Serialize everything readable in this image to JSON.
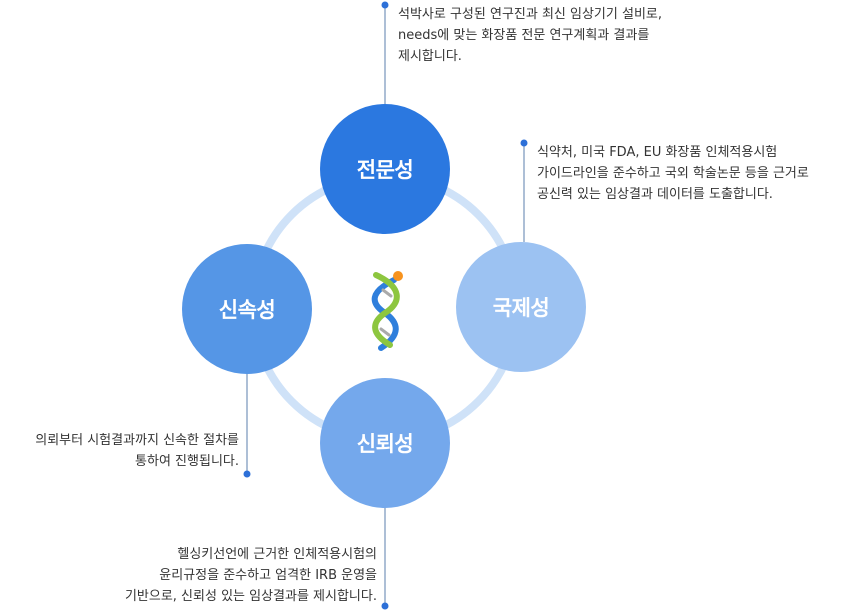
{
  "colors": {
    "ring": "#cfe2f8",
    "connector": "#5b7fae",
    "dot": "#2d70d8",
    "expertise": "#2b78e0",
    "global": "#9cc2f2",
    "speed": "#5596e6",
    "reliability": "#74a8ec"
  },
  "nodes": {
    "expertise": {
      "label": "전문성",
      "desc": "석박사로 구성된 연구진과 최신 임상기기 설비로,\nneeds에 맞는 화장품 전문 연구계획과 결과를\n제시합니다."
    },
    "global": {
      "label": "국제성",
      "desc": "식약처, 미국 FDA, EU 화장품 인체적용시험\n가이드라인을 준수하고 국외 학술논문 등을 근거로\n공신력 있는 임상결과 데이터를 도출합니다."
    },
    "speed": {
      "label": "신속성",
      "desc": "의뢰부터 시험결과까지 신속한 절차를\n통하여 진행됩니다."
    },
    "reliability": {
      "label": "신뢰성",
      "desc": "헬싱키선언에 근거한 인체적용시험의\n윤리규정을 준수하고 엄격한 IRB 운영을\n기반으로, 신뢰성 있는 임상결과를 제시합니다."
    }
  },
  "logo": {
    "icon": "dna-helix-icon"
  }
}
